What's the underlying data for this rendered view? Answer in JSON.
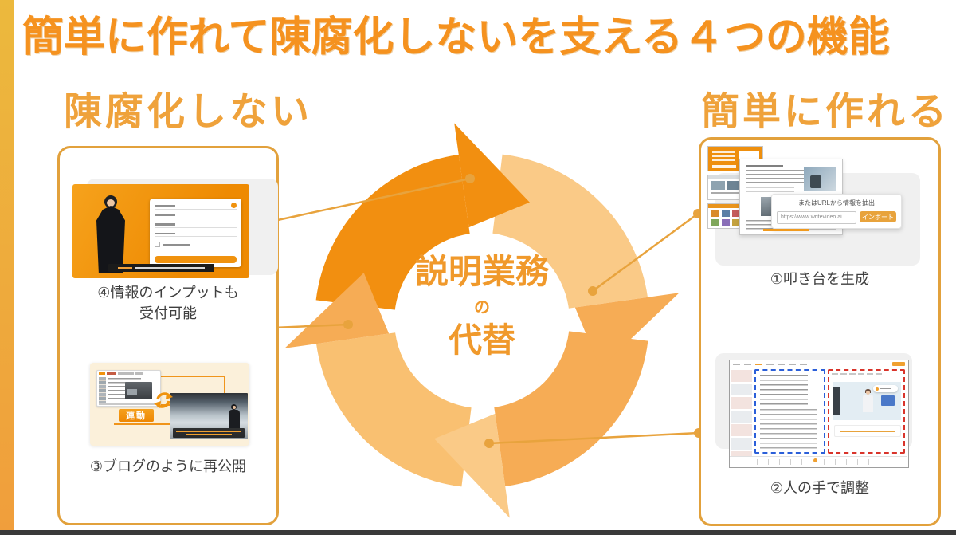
{
  "title": "簡単に作れて陳腐化しないを支える４つの機能",
  "center": {
    "line1": "説明業務",
    "line2": "の",
    "line3": "代替"
  },
  "sections": {
    "left": {
      "heading": "陳腐化しない",
      "card4": {
        "caption_line1": "④情報のインプットも",
        "caption_line2": "受付可能"
      },
      "card3": {
        "caption": "③ブログのように再公開",
        "badge": "連動"
      }
    },
    "right": {
      "heading": "簡単に作れる",
      "card1": {
        "caption": "①叩き台を生成",
        "url_panel": {
          "title": "またはURLから情報を抽出",
          "url": "https://www.writevideo.ai",
          "button": "インポート"
        }
      },
      "card2": {
        "caption": "②人の手で調整"
      }
    }
  },
  "colors": {
    "title": "#F5921F",
    "heading": "#EFA23B",
    "center_text": "#F0992B",
    "cycle_dark": "#F28F10",
    "cycle_light": "#FACA87",
    "cycle_mid": "#F6AC55",
    "cycle_mid2": "#F9C071",
    "panel_border": "#E2A13C",
    "connector": "#E8A33D",
    "badge_orange": "#F0920E",
    "caption_text": "#3F3F3F",
    "bottom_bar": "#3A3A3A",
    "sidebar_top": "#ECB93D",
    "sidebar_bottom": "#F09E3C",
    "blue_dash": "#2B5FD9",
    "red_dash": "#D9342B"
  }
}
